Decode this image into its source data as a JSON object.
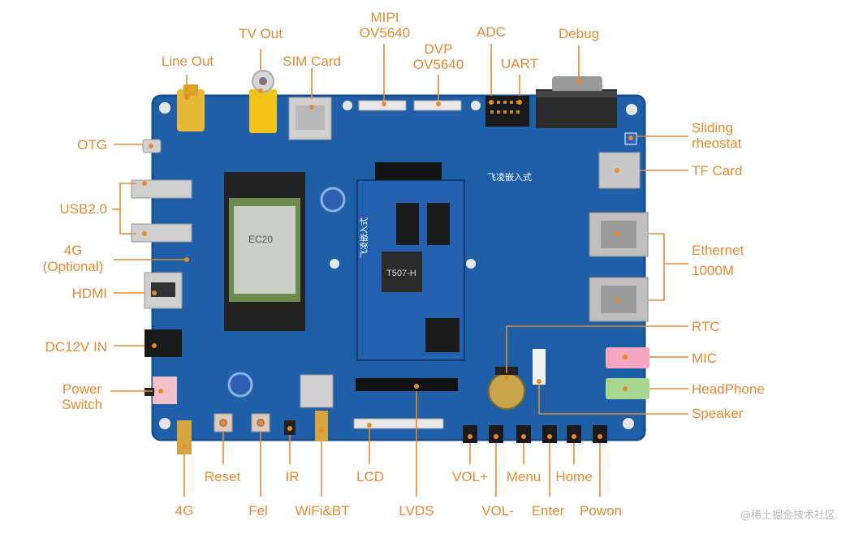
{
  "labels": {
    "tv_out": "TV Out",
    "mipi_1": "MIPI",
    "mipi_2": "OV5640",
    "dvp_1": "DVP",
    "dvp_2": "OV5640",
    "adc": "ADC",
    "debug": "Debug",
    "uart": "UART",
    "line_out": "Line Out",
    "sim_card": "SIM Card",
    "otg": "OTG",
    "usb2": "USB2.0",
    "g4_module_1": "4G",
    "g4_module_2": "(Optional)",
    "hdmi": "HDMI",
    "dc12v": "DC12V IN",
    "power_1": "Power",
    "power_2": "Switch",
    "sliding_1": "Sliding",
    "sliding_2": "rheostat",
    "tf_card": "TF Card",
    "ethernet_1": "Ethernet",
    "ethernet_2": "1000M",
    "rtc": "RTC",
    "mic": "MIC",
    "headphone": "HeadPhone",
    "speaker": "Speaker",
    "reset": "Reset",
    "ir": "IR",
    "lcd": "LCD",
    "vol_plus": "VOL+",
    "menu": "Menu",
    "home": "Home",
    "g4_antenna": "4G",
    "fel": "Fel",
    "wifi_bt": "WiFi&BT",
    "lvds": "LVDS",
    "vol_minus": "VOL-",
    "enter": "Enter",
    "powon": "Powon"
  },
  "board_text": {
    "brand": "飞凌嵌入式",
    "core_brand": "飞凌嵌入式",
    "soc": "T507-H",
    "module": "EC20"
  },
  "watermark": "@稀土掘金技术社区",
  "colors": {
    "label": "#e8892f",
    "line": "#e8892f",
    "pcb": "#1f5fa8",
    "pcb_dark": "#174f91"
  }
}
